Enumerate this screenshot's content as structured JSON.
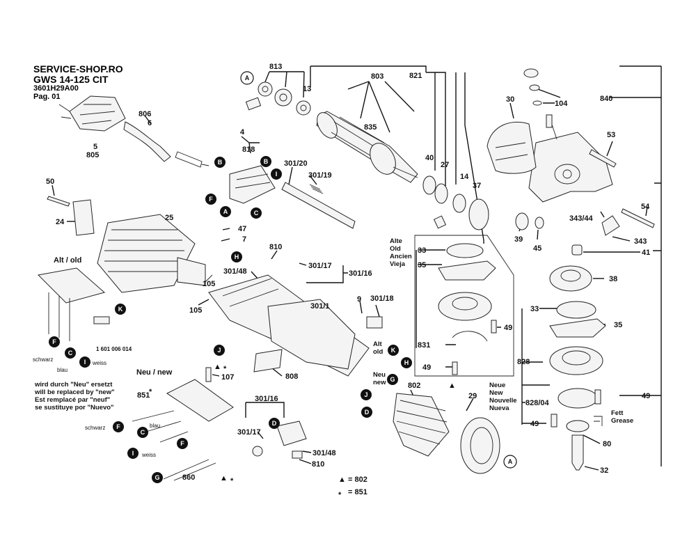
{
  "header": {
    "shop": "SERVICE-SHOP.RO",
    "model": "GWS 14-125 CIT",
    "article": "3601H29A00",
    "page": "Pag. 01"
  },
  "part_numbers": {
    "p813": "813",
    "p803": "803",
    "p821": "821",
    "p30": "30",
    "p104": "104",
    "p840": "840",
    "p13": "13",
    "p806": "806",
    "p6": "6",
    "p5": "5",
    "p805": "805",
    "p835": "835",
    "p53": "53",
    "p4": "4",
    "p818": "818",
    "p301_20": "301/20",
    "p301_19": "301/19",
    "p40": "40",
    "p27": "27",
    "p14": "14",
    "p37": "37",
    "p50": "50",
    "p25": "25",
    "p24": "24",
    "p47": "47",
    "p7": "7",
    "p54": "54",
    "p343_44": "343/44",
    "p343": "343",
    "p39": "39",
    "p45": "45",
    "p41": "41",
    "p810a": "810",
    "p301_48a": "301/48",
    "p301_17a": "301/17",
    "p301_16a": "301/16",
    "p105a": "105",
    "p105b": "105",
    "p38": "38",
    "p33a": "33",
    "p35a": "35",
    "p301_1": "301/1",
    "p9": "9",
    "p301_18": "301/18",
    "p33b": "33",
    "p35b": "35",
    "p49a": "49",
    "p831": "831",
    "p49b": "49",
    "p828": "828",
    "p107": "107",
    "p808": "808",
    "p802": "802",
    "p29": "29",
    "p49c": "49",
    "p851": "851",
    "p828_04": "828/04",
    "p49d": "49",
    "p301_16b": "301/16",
    "p301_17b": "301/17",
    "p301_48b": "301/48",
    "p810b": "810",
    "p80": "80",
    "p860": "860",
    "p32": "32",
    "p6_014": "1 601 006 014"
  },
  "letters": {
    "A": "A",
    "B": "B",
    "C": "C",
    "D": "D",
    "F": "F",
    "G": "G",
    "H": "H",
    "I": "I",
    "J": "J",
    "K": "K"
  },
  "labels": {
    "alt_old": "Alt / old",
    "neu_new": "Neu / new",
    "alt_small": "Alt",
    "old_small": "old",
    "neu_small": "Neu",
    "new_small": "new",
    "alte_block": [
      "Alte",
      "Old",
      "Ancien",
      "Vieja"
    ],
    "neue_block": [
      "Neue",
      "New",
      "Nouvelle",
      "Nueva"
    ],
    "replace_note": [
      "wird durch \"Neu\" ersetzt",
      "will be replaced by \"new\"",
      "Est remplacé par \"neuf\"",
      "se sustituye por \"Nuevo\""
    ],
    "fett": "Fett",
    "grease": "Grease",
    "schwarz": "schwarz",
    "blau": "blau",
    "weiss": "weiss"
  },
  "legend": {
    "triangle_symbol": "▲",
    "triangle_value": "= 802",
    "star_symbol": "*",
    "star_value": "= 851"
  },
  "colors": {
    "ink": "#111111",
    "paper": "#ffffff"
  }
}
